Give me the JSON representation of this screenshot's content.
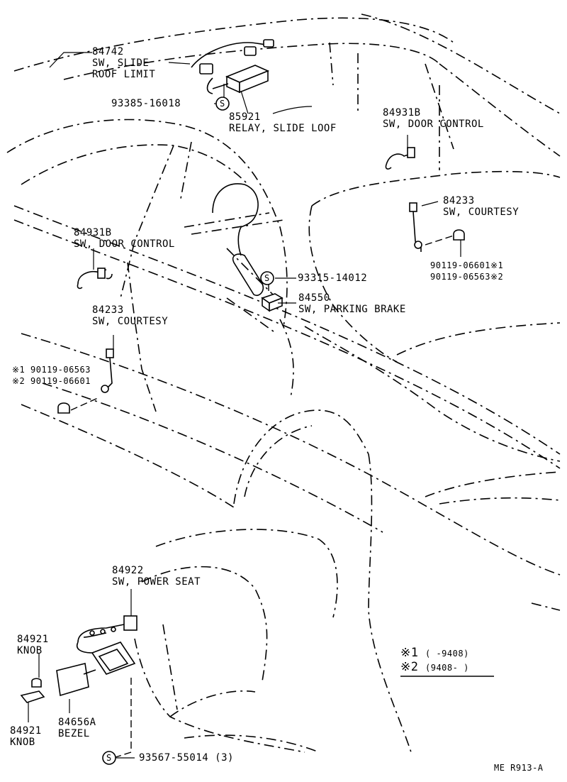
{
  "parts": {
    "roof_limit_sw": {
      "number": "84742",
      "line1": "SW, SLIDE",
      "line2": "ROOF LIMIT"
    },
    "relay_screw": {
      "number": "93385-16018"
    },
    "relay": {
      "number": "85921",
      "name": "RELAY, SLIDE LOOF"
    },
    "door_control_rear": {
      "number": "84931B",
      "name": "SW, DOOR CONTROL"
    },
    "courtesy_rear": {
      "number": "84233",
      "name": "SW, COURTESY"
    },
    "courtesy_rear_bolts": {
      "line1": "90119-06601※1",
      "line2": "90119-06563※2"
    },
    "door_control_front": {
      "number": "84931B",
      "name": "SW, DOOR CONTROL"
    },
    "brake_screw": {
      "number": "93315-14012"
    },
    "parking_brake": {
      "number": "84550",
      "name": "SW, PARKING BRAKE"
    },
    "courtesy_front": {
      "number": "84233",
      "name": "SW, COURTESY"
    },
    "courtesy_front_bolts": {
      "line1": "※1 90119-06563",
      "line2": "※2 90119-06601"
    },
    "power_seat": {
      "number": "84922",
      "name": "SW, POWER SEAT"
    },
    "knob_upper": {
      "number": "84921",
      "name": "KNOB"
    },
    "knob_lower": {
      "number": "84921",
      "name": "KNOB"
    },
    "bezel": {
      "number": "84656A",
      "name": "BEZEL"
    },
    "seat_screw": {
      "number": "93567-55014 (3)"
    }
  },
  "screw_symbol": "S",
  "legend": {
    "row1": {
      "mark": "※1",
      "range": "(      -9408)"
    },
    "row2": {
      "mark": "※2",
      "range": "(9408-       )"
    }
  },
  "footer_code": "ME  R913-A"
}
